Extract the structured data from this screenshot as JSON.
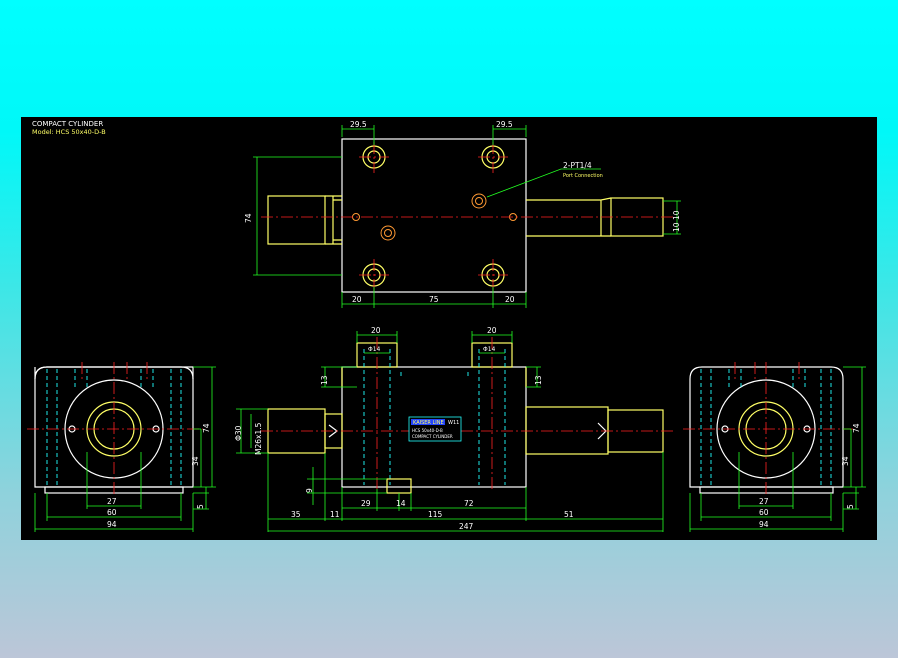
{
  "title_block": {
    "title": "COMPACT CYLINDER",
    "model": "Model: HCS 50x40-D-B"
  },
  "top_view": {
    "dim_top_left": "29.5",
    "dim_top_right": "29.5",
    "dim_height": "74",
    "dim_bottom_left": "20",
    "dim_bottom_mid": "75",
    "dim_bottom_right": "20",
    "port_callout": "2-PT1/4",
    "port_sub": "Port Connection",
    "dim_rod_right": "10",
    "dim_rod_right2": "10"
  },
  "front_view": {
    "dim_left_20": "20",
    "dim_right_20": "20",
    "dim_phi14_l": "Φ14",
    "dim_phi14_r": "Φ14",
    "dim_13_l": "13",
    "dim_13_r": "13",
    "dim_phi30": "Φ30",
    "dim_m26": "M26x1.5",
    "dim_9": "9",
    "dim_35": "35",
    "dim_11": "11",
    "dim_29": "29",
    "dim_14": "14",
    "dim_72": "72",
    "dim_115": "115",
    "dim_51": "51",
    "dim_247": "247",
    "nameplate": {
      "brand": "KAISER LINE",
      "code": "W11",
      "line1": "HCS 50x40-D-B",
      "line2": "COMPACT CYLINDER"
    }
  },
  "side_views": {
    "dim_74": "74",
    "dim_34": "34",
    "dim_5": "5",
    "dim_27": "27",
    "dim_60": "60",
    "dim_94": "94"
  },
  "colors": {
    "background_top": "#00ffff",
    "background_bottom": "#bcc6d8",
    "canvas": "#000000",
    "outline": "#ffff66",
    "dimension": "#22ff22",
    "centerline": "#ff2222",
    "hidden": "#22ffff"
  }
}
